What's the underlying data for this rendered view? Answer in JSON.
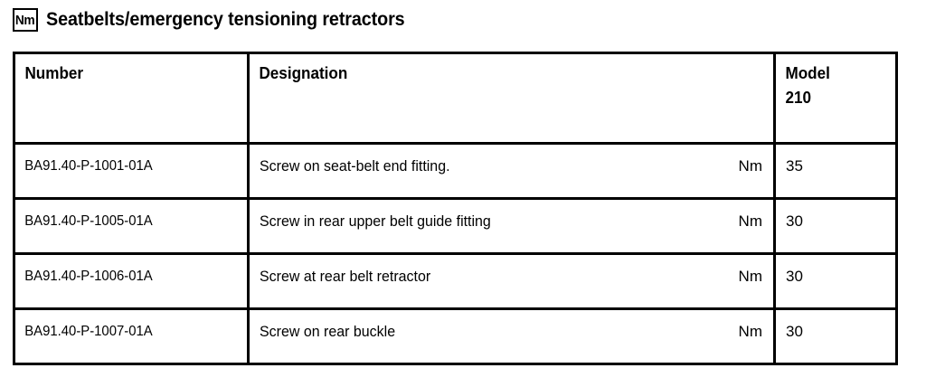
{
  "header": {
    "badge_icon": "nm-unit-icon",
    "badge_label": "Nm",
    "title": "Seatbelts/emergency tensioning retractors"
  },
  "table": {
    "columns": [
      {
        "key": "number",
        "label": "Number"
      },
      {
        "key": "designation",
        "label": "Designation"
      },
      {
        "key": "model",
        "label_line1": "Model",
        "label_line2": "210"
      }
    ],
    "rows": [
      {
        "number": "BA91.40-P-1001-01A",
        "designation": "Screw on seat-belt end fitting.",
        "unit": "Nm",
        "model_210": "35"
      },
      {
        "number": "BA91.40-P-1005-01A",
        "designation": "Screw in rear upper belt guide fitting",
        "unit": "Nm",
        "model_210": "30"
      },
      {
        "number": "BA91.40-P-1006-01A",
        "designation": "Screw at rear belt retractor",
        "unit": "Nm",
        "model_210": "30"
      },
      {
        "number": "BA91.40-P-1007-01A",
        "designation": "Screw on rear buckle",
        "unit": "Nm",
        "model_210": "30"
      }
    ]
  },
  "colors": {
    "ink": "#000000",
    "paper": "#ffffff"
  }
}
